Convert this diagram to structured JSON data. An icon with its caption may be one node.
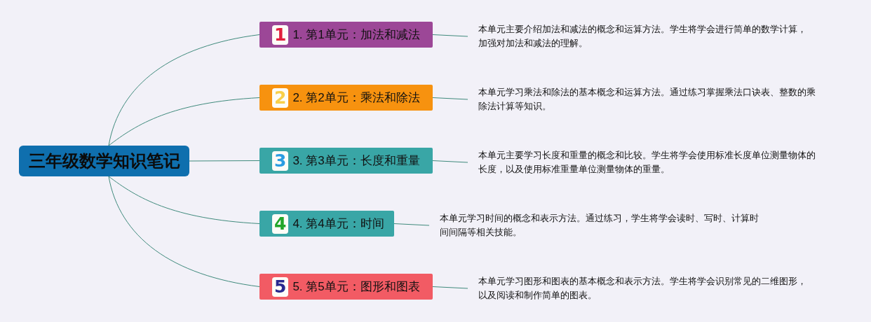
{
  "diagram": {
    "nodes": [
      {
        "text": [
          "三年级数学知识笔记"
        ]
      },
      {
        "text": [
          "1",
          "1. 第1单元：加法和减法"
        ]
      },
      {
        "text": [
          "2",
          "2. 第2单元：乘法和除法"
        ]
      },
      {
        "text": [
          "3",
          "3. 第3单元：长度和重量"
        ]
      },
      {
        "text": [
          "4",
          "4. 第4单元：时间"
        ]
      },
      {
        "text": [
          "5",
          "5. 第5单元：图形和图表"
        ]
      },
      {
        "text": [
          "本单元主要介绍加法和减法的概念和运算方法。学生将学会进行简单的数学计算，加强对加法和减法的理解。"
        ]
      },
      {
        "text": [
          "本单元学习乘法和除法的基本概念和运算方法。通过练习掌握乘法口诀表、整数的乘除法计算等知识。"
        ]
      },
      {
        "text": [
          "本单元主要学习长度和重量的概念和比较。学生将学会使用标准长度单位测量物体的长度，以及使用标准重量单位测量物体的重量。"
        ]
      },
      {
        "text": [
          "本单元学习时间的概念和表示方法。通过练习，学生将学会读时、写时、计算时间间隔等相关技能。"
        ]
      },
      {
        "text": [
          "本单元学习图形和图表的基本概念和表示方法。学生将学会识别常见的二维图形，以及阅读和制作简单的图表。"
        ]
      }
    ],
    "edges": [
      {
        "from": 0,
        "to": 1,
        "arrow": "none"
      },
      {
        "from": 0,
        "to": 2,
        "arrow": "none"
      },
      {
        "from": 0,
        "to": 3,
        "arrow": "none"
      },
      {
        "from": 0,
        "to": 4,
        "arrow": "none"
      },
      {
        "from": 0,
        "to": 5,
        "arrow": "none"
      },
      {
        "from": 1,
        "to": 6,
        "arrow": "none"
      },
      {
        "from": 2,
        "to": 7,
        "arrow": "none"
      },
      {
        "from": 3,
        "to": 8,
        "arrow": "none"
      },
      {
        "from": 4,
        "to": 9,
        "arrow": "none"
      },
      {
        "from": 5,
        "to": 10,
        "arrow": "none"
      }
    ]
  }
}
